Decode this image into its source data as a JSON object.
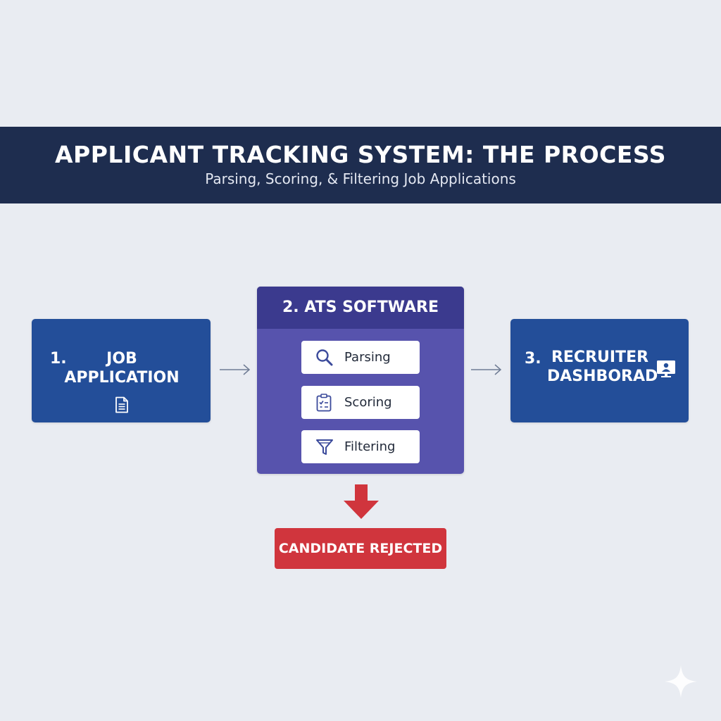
{
  "header": {
    "title": "APPLICANT TRACKING SYSTEM: THE PROCESS",
    "subtitle": "Parsing, Scoring, & Filtering Job Applications"
  },
  "steps": [
    {
      "number": "1.",
      "label_lines": [
        "JOB",
        "APPLICATION"
      ],
      "icon": "document-icon"
    },
    {
      "title": "2. ATS SOFTWARE",
      "functions": [
        {
          "label": "Parsing",
          "icon": "search-icon"
        },
        {
          "label": "Scoring",
          "icon": "checklist-icon"
        },
        {
          "label": "Filtering",
          "icon": "funnel-icon"
        }
      ]
    },
    {
      "number": "3.",
      "label_lines": [
        "RECRUITER",
        "DASHBORAD"
      ],
      "icon": "dashboard-icon"
    }
  ],
  "rejection": {
    "label": "CANDIDATE REJECTED",
    "icon": "down-arrow-icon"
  },
  "colors": {
    "background": "#e9ecf2",
    "banner": "#1e2d4f",
    "step_blue": "#234e99",
    "ats_body": "#5753ad",
    "ats_header": "#3b3a8e",
    "reject_red": "#d0353d"
  }
}
